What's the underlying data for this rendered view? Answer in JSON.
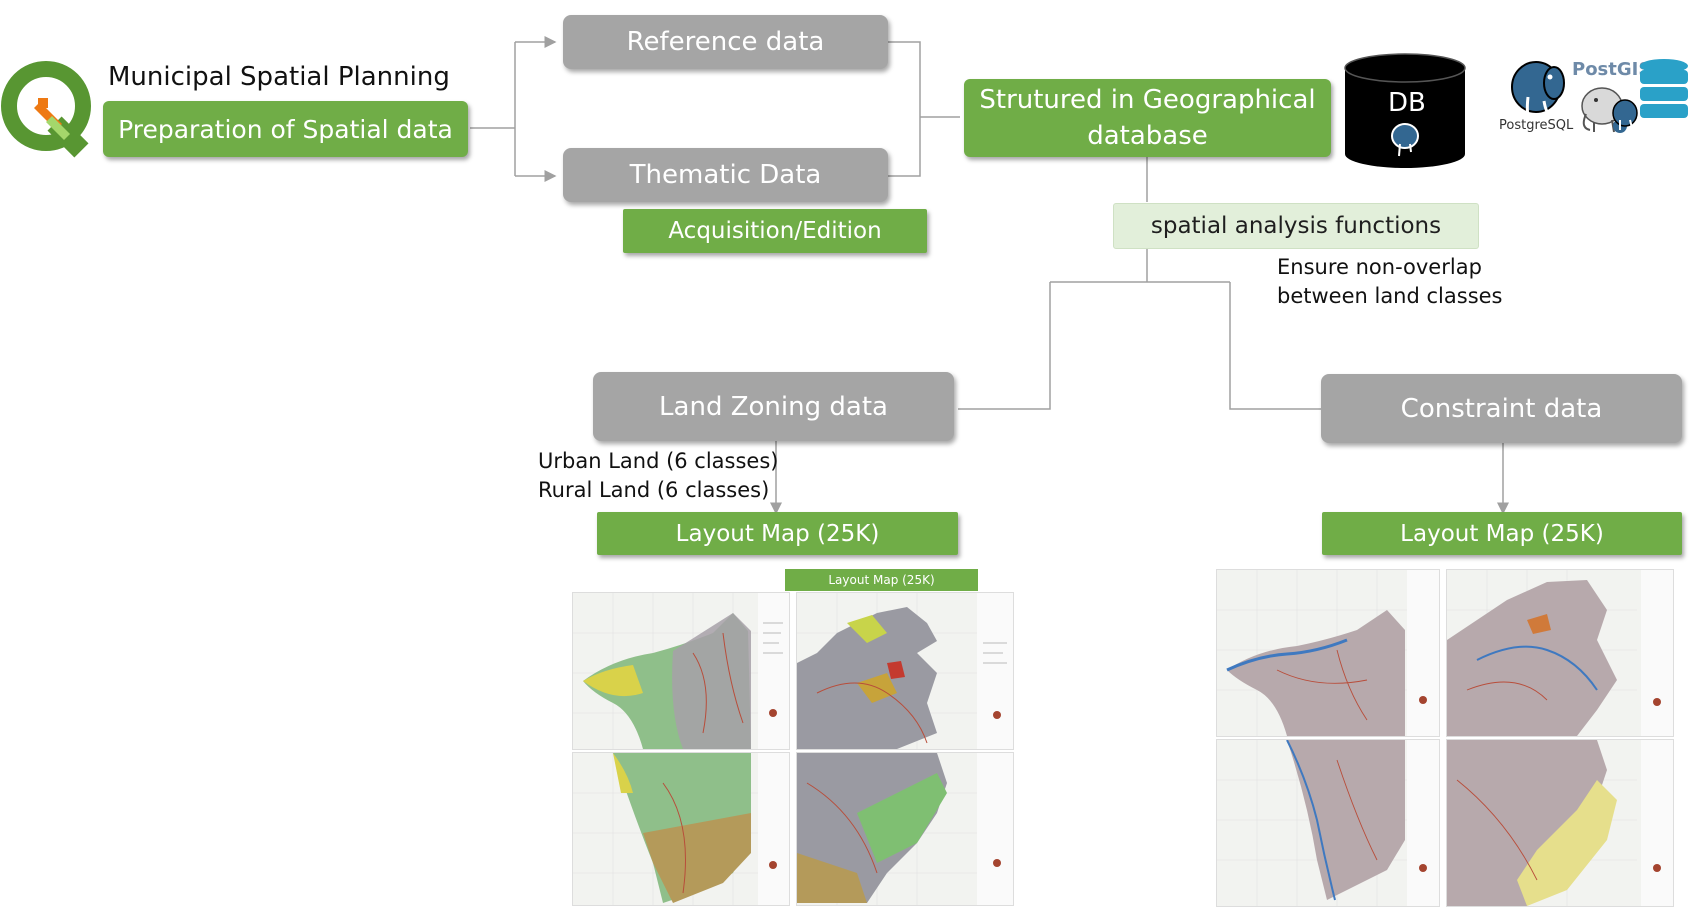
{
  "header": {
    "title": "Municipal Spatial Planning",
    "subtitle_box": "Preparation of Spatial data"
  },
  "inputs": {
    "reference": "Reference data",
    "thematic": "Thematic Data",
    "acquisition": "Acquisition/Edition"
  },
  "database": {
    "structured": "Strutured in Geographical database",
    "db_label": "DB",
    "postgis_label": "PostGIS",
    "postgresql_label": "PostgreSQL"
  },
  "analysis": {
    "functions": "spatial analysis functions",
    "note_line1": "Ensure non-overlap",
    "note_line2": "between land classes"
  },
  "zoning": {
    "label": "Land Zoning data",
    "urban": "Urban  Land (6 classes)",
    "rural": "Rural Land (6 classes)",
    "layout": "Layout Map (25K)",
    "thumb_label": "Layout Map (25K)"
  },
  "constraint": {
    "label": "Constraint data",
    "layout": "Layout Map (25K)"
  },
  "colors": {
    "green": "#70ad47",
    "grey": "#a5a5a5",
    "light_green": "#e2efda",
    "qgis_green": "#589632",
    "qgis_orange": "#ee7913",
    "postgres_blue": "#336791"
  },
  "icons": [
    "qgis-logo-icon",
    "database-cylinder-icon",
    "postgresql-elephant-icon",
    "postgis-elephant-icon",
    "database-stack-icon"
  ]
}
